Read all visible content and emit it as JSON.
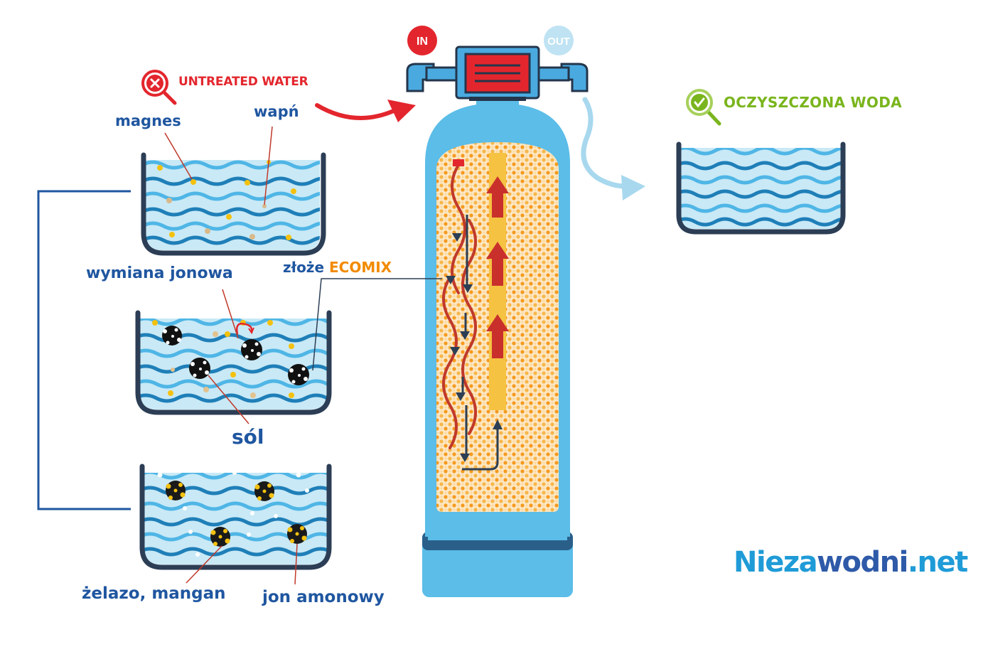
{
  "labels": {
    "untreated_water": "UNTREATED WATER",
    "in": "IN",
    "out": "OUT",
    "clean_water": "OCZYSZCZONA WODA",
    "magnes": "magnes",
    "wapn": "wapń",
    "wymiana": "wymiana jonowa",
    "zloze": "złoże",
    "ecomix": "ECOMIX",
    "sol": "sól",
    "zelazo": "żelazo, mangan",
    "jon": "jon amonowy"
  },
  "brand": {
    "part1": "Nieza",
    "part2": "wodni",
    "part3": ".net"
  },
  "colors": {
    "tank": "#5bbde8",
    "tank_dark": "#3a8fcf",
    "water_light": "#c9e9f6",
    "wave_dark": "#1f7fb8",
    "wave_light": "#4fb6e6",
    "resin": "#f5a623",
    "core": "#f5c242",
    "red": "#e3262d",
    "green": "#7ab51d",
    "navy": "#1f56a0",
    "container": "#2c3e55"
  }
}
